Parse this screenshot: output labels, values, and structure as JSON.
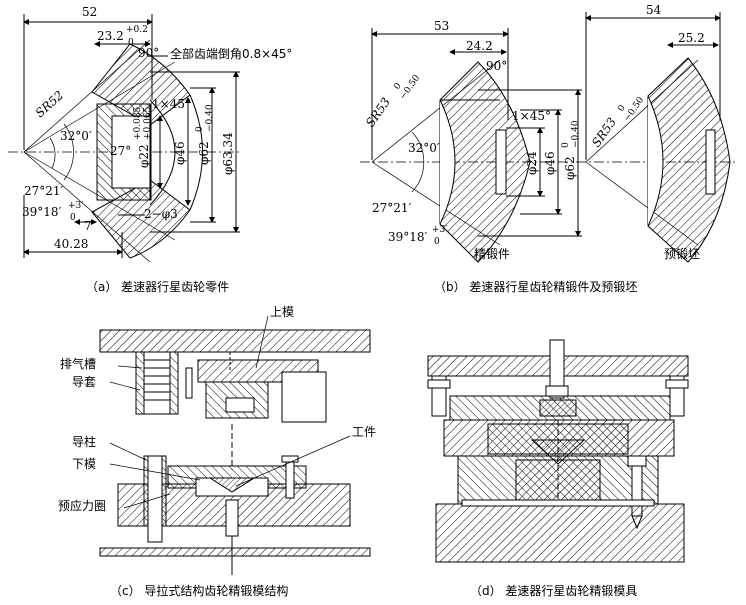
{
  "figure_a": {
    "caption": "（a） 差速器行星齿轮零件",
    "dims": {
      "width_52": "52",
      "d23_2": "23.2",
      "d23_2_tol_up": "+0.2",
      "d23_2_tol_lo": "0",
      "angle90": "90°",
      "chamfer_note": "全部齿端倒角0.8×45°",
      "sr52": "SR52",
      "c1x45": "1×45°",
      "phi22": "φ22",
      "phi22_tol_up": "+0.085",
      "phi22_tol_lo": "+0.065",
      "a27": "27°",
      "a32": "32°0′",
      "phi46": "φ46",
      "phi62": "φ62",
      "phi62_tol_up": "0",
      "phi62_tol_lo": "−0.40",
      "phi63": "φ63.34",
      "a27_21": "27°21′",
      "a39_18": "39°18′",
      "a39_tol_up": "+3′",
      "a39_tol_lo": "0",
      "d7": "7",
      "holes": "2−φ3",
      "d40": "40.28"
    }
  },
  "figure_b": {
    "caption": "（b） 差速器行星齿轮精锻件及预锻坯",
    "label_finish": "精锻件",
    "label_preform": "预锻坯",
    "dims": {
      "d53": "53",
      "d24_2": "24.2",
      "angle90": "90°",
      "sr53": "SR53",
      "sr53_tol_up": "0",
      "sr53_tol_lo": "−0.50",
      "c1x45": "1×45°",
      "a32": "32°0′",
      "phi24": "φ24",
      "phi46": "φ46",
      "phi62": "φ62",
      "phi62_tol_up": "0",
      "phi62_tol_lo": "−0.40",
      "a27_21": "27°21′",
      "a39_18": "39°18′",
      "a39_tol_up": "+3′",
      "a39_tol_lo": "0",
      "d54": "54",
      "d25_2": "25.2",
      "sr53b": "SR53",
      "sr53b_tol_up": "0",
      "sr53b_tol_lo": "−0.50"
    }
  },
  "figure_c": {
    "caption": "（c） 导拉式结构齿轮精锻模结构",
    "labels": {
      "upper_die": "上模",
      "vent": "排气槽",
      "guide_sleeve": "导套",
      "guide_pillar": "导柱",
      "workpiece": "工件",
      "lower_die": "下模",
      "prestress_ring": "预应力圈"
    }
  },
  "figure_d": {
    "caption": "（d） 差速器行星齿轮精锻模具"
  }
}
